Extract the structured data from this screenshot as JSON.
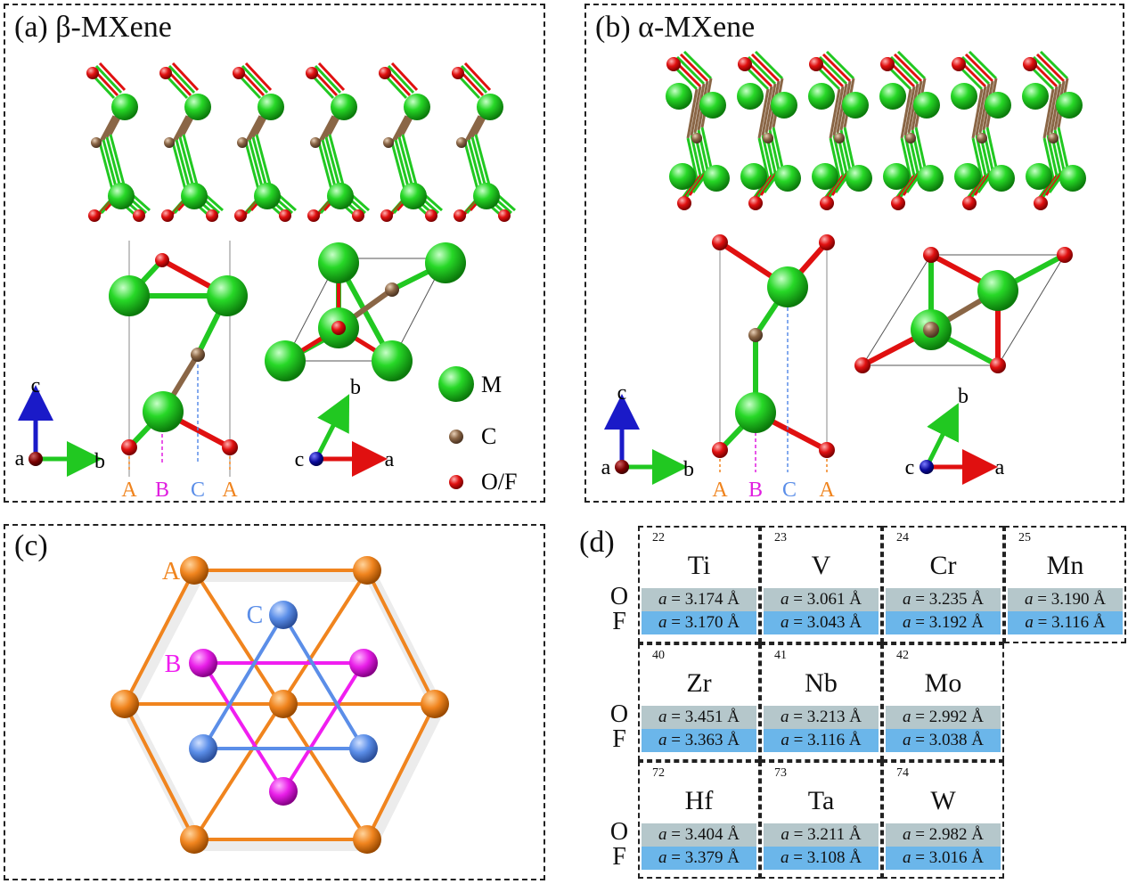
{
  "panel_a": {
    "title": "(a) β-MXene"
  },
  "panel_b": {
    "title": "(b) α-MXene"
  },
  "panel_c": {
    "label": "(c)",
    "site_A": "A",
    "site_B": "B",
    "site_C": "C"
  },
  "panel_d": {
    "label": "(d)"
  },
  "axes": {
    "a": "a",
    "b": "b",
    "c": "c"
  },
  "stacking": {
    "A": "A",
    "B": "B",
    "C": "C"
  },
  "legend": {
    "M": "M",
    "C": "C",
    "OF": "O/F"
  },
  "colors": {
    "M": "#1fd61f",
    "C": "#8a6646",
    "OF": "#e01010",
    "A": "#f0841e",
    "B": "#f01ef0",
    "Csite": "#5b8ee8",
    "row_O": "#b5c7cb",
    "row_F": "#6bb6ea"
  },
  "table": {
    "row_labels": [
      "O",
      "F"
    ],
    "lattice_symbol": "a",
    "elements": [
      {
        "num": "22",
        "sym": "Ti",
        "o": "= 3.174 Å",
        "f": "= 3.170 Å"
      },
      {
        "num": "23",
        "sym": "V",
        "o": "= 3.061 Å",
        "f": "= 3.043 Å"
      },
      {
        "num": "24",
        "sym": "Cr",
        "o": "= 3.235 Å",
        "f": "= 3.192 Å"
      },
      {
        "num": "25",
        "sym": "Mn",
        "o": "= 3.190 Å",
        "f": "= 3.116 Å"
      },
      {
        "num": "40",
        "sym": "Zr",
        "o": "= 3.451 Å",
        "f": "= 3.363 Å"
      },
      {
        "num": "41",
        "sym": "Nb",
        "o": "= 3.213 Å",
        "f": "= 3.116 Å"
      },
      {
        "num": "42",
        "sym": "Mo",
        "o": "= 2.992 Å",
        "f": "= 3.038 Å"
      },
      {
        "num": "72",
        "sym": "Hf",
        "o": "= 3.404 Å",
        "f": "= 3.379 Å"
      },
      {
        "num": "73",
        "sym": "Ta",
        "o": "= 3.211 Å",
        "f": "= 3.108 Å"
      },
      {
        "num": "74",
        "sym": "W",
        "o": "= 2.982 Å",
        "f": "= 3.016 Å"
      }
    ]
  }
}
